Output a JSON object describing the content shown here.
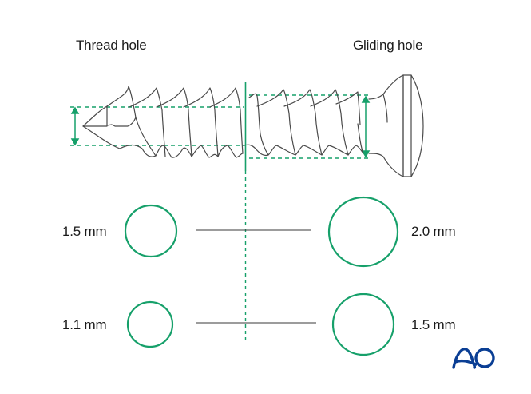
{
  "diagram": {
    "headings": {
      "thread_hole": "Thread hole",
      "gliding_hole": "Gliding hole"
    },
    "rows": [
      {
        "left_label": "1.5 mm",
        "left_circle_r": 32,
        "right_label": "2.0 mm",
        "right_circle_r": 43
      },
      {
        "left_label": "1.1 mm",
        "left_circle_r": 28,
        "right_label": "1.5 mm",
        "right_circle_r": 37
      }
    ],
    "logo": {
      "text": "AO",
      "color": "#0a3e94"
    },
    "colors": {
      "accent_green": "#16a06a",
      "line_gray": "#3a3a3a",
      "screw_stroke": "#4a4a4a",
      "text": "#1a1a1a"
    },
    "icons": {
      "screw": "screw-illustration",
      "logo": "ao-logo-icon"
    }
  }
}
